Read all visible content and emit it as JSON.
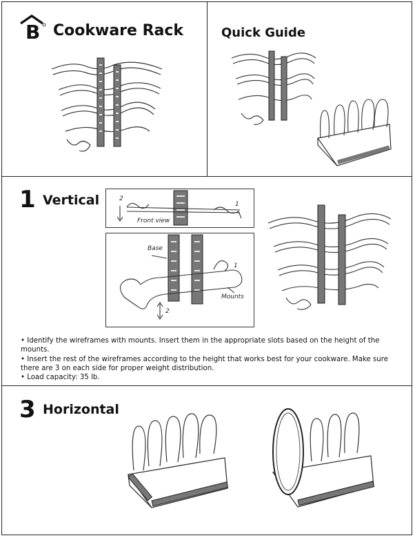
{
  "header": {
    "brand_letter": "B",
    "title": "Cookware Rack",
    "guide_title": "Quick Guide"
  },
  "step1": {
    "number": "1",
    "heading": "Vertical",
    "diagram_labels": {
      "front_view": "Front view",
      "base": "Base",
      "mounts": "Mounts",
      "callout_1a": "1",
      "callout_2a": "2",
      "callout_1b": "1",
      "callout_2b": "2"
    },
    "bullets": [
      "• Identify the wireframes with mounts. Insert them in the appropriate slots based on the height of the mounts.",
      "• Insert the rest of the wireframes according to the height that works best for your cookware. Make sure there are 3 on each side for proper weight distribution.",
      "• Load capacity: 35 lb."
    ]
  },
  "step3": {
    "number": "3",
    "heading": "Horizontal"
  }
}
